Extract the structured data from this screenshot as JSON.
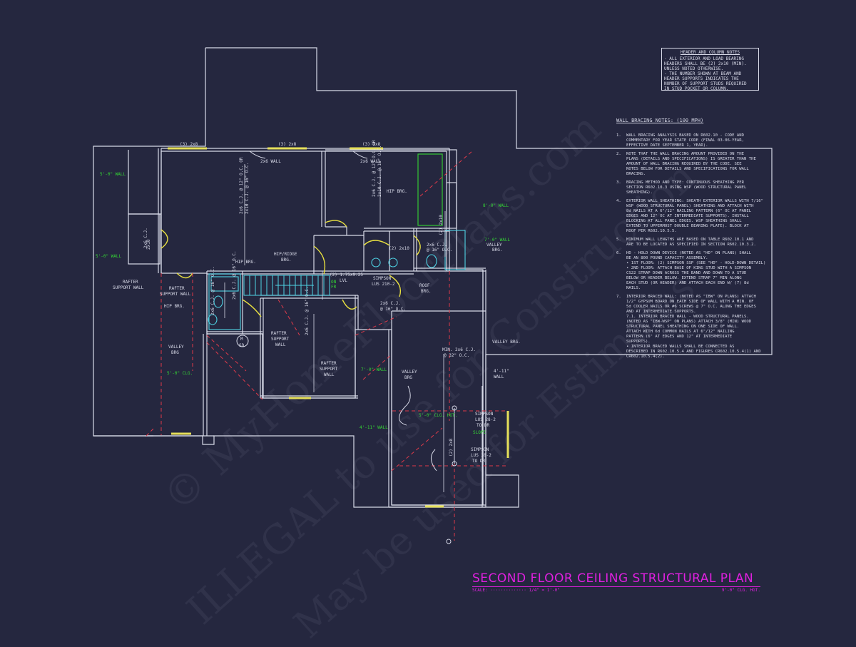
{
  "watermark": {
    "line1": "© MyHomeFloorPlans.com",
    "line2": "ILLEGAL to use for Construction",
    "line3": "May be used for Estimates"
  },
  "header_column_notes": {
    "title": "HEADER AND COLUMN NOTES",
    "lines": [
      "- ALL EXTERIOR AND LOAD BEARING",
      "HEADERS SHALL BE (2) 2x10 (MIN).",
      "UNLESS NOTED OTHERWISE.",
      "- THE NUMBER SHOWN AT BEAM AND",
      "HEADER SUPPORTS INDICATES THE",
      "NUMBER OF SUPPORT STUDS REQUIRED",
      "IN STUD POCKET OR COLUMN."
    ]
  },
  "wall_bracing": {
    "title": "WALL BRACING NOTES: (100 MPH)",
    "items": [
      {
        "num": "1.",
        "lines": [
          "WALL BRACING ANALYSIS BASED ON R602.10 - CODE AND",
          "COMMENTARY FOR YEAR STATE CODE (FINAL 03-06-YEAR,",
          "EFFECTIVE DATE SEPTEMBER 1, YEAR)."
        ]
      },
      {
        "num": "2.",
        "lines": [
          "NOTE THAT THE WALL BRACING AMOUNT PROVIDED ON THE",
          "PLANS (DETAILS AND SPECIFICATIONS) IS GREATER THAN THE",
          "AMOUNT OF WALL BRACING REQUIRED BY THE CODE. SEE",
          "NOTES BELOW FOR DETAILS AND SPECIFICATIONS FOR WALL",
          "BRACING."
        ]
      },
      {
        "num": "3.",
        "lines": [
          "BRACING METHOD AND TYPE: CONTINUOUS SHEATHING PER",
          "SECTION R602.10.3 USING WSP (WOOD STRUCTURAL PANEL",
          "SHEATHING)."
        ]
      },
      {
        "num": "4.",
        "lines": [
          "EXTERIOR WALL SHEATHING: SHEATH EXTERIOR WALLS WITH 7/16\"",
          "WSP (WOOD STRUCTURAL PANEL) SHEATHING AND ATTACH WITH",
          "8d NAILS AT A 6\"/12\" NAILING PATTERN (6\" OC AT PANEL",
          "EDGES AND 12\" OC AT INTERMEDIATE SUPPORTS). INSTALL",
          "BLOCKING AT ALL PANEL EDGES. WSP SHEATHING SHALL",
          "EXTEND TO UPPERMOST DOUBLE BEARING PLATE). BLOCK AT",
          "ROOF PER R602.10.5.5."
        ]
      },
      {
        "num": "5.",
        "lines": [
          "MINIMUM WALL LENGTHS ARE BASED ON TABLE R602.10.1 AND",
          "ARE TO BE LOCATED AS SPECIFIED IN SECTION R602.10.3.2."
        ]
      },
      {
        "num": "6.",
        "lines": [
          "HD - HOLD DOWN DEVICE (NOTED AS \"HD\" ON PLANS) SHALL",
          "BE AN 800 POUND CAPACITY ASSEMBLY.",
          "• 1ST FLOOR: (2) SIMPSON SSP (SEE \"HD\" - HOLD-DOWN DETAIL)",
          "• 2ND FLOOR: ATTACH BASE OF KING STUD WITH A SIMPSON",
          "CS22 STRAP DOWN ACROSS THE BAND AND DOWN TO A STUD",
          "BELOW OR HEADER BELOW. EXTEND STRAP 7\" MIN ALONG",
          "EACH STUD (OR HEADER) AND ATTACH EACH END W/ (7) 8d",
          "NAILS."
        ]
      },
      {
        "num": "7.",
        "lines": [
          "INTERIOR BRACED WALL: (NOTED AS \"IBW\" ON PLANS) ATTACH",
          "1/2\" GYPSUM BOARD ON EACH SIDE OF WALL WITH A MIN. OF",
          "5d COOLER NAILS OR #6 SCREWS @ 7\" O.C. ALONG THE EDGES",
          "AND AT INTERMEDIATE SUPPORTS.",
          "7.1. INTERIOR BRACED WALL - WOOD STRUCTURAL PANELS.",
          "(NOTED AS \"IBW-WSP\" ON PLANS) ATTACH 3/8\" (MIN) WOOD",
          "STRUCTURAL PANEL SHEATHING ON ONE SIDE OF WALL.",
          "ATTACH WITH 6d COMMON NAILS AT 6\"/12\" NAILING",
          "PATTERN (6\" AT EDGES AND 12\" AT INTERMEDIATE",
          "SUPPORTS).",
          "• INTERIOR BRACED WALLS SHALL BE CONNECTED AS",
          "DESCRIBED IN R602.10.5.4 AND FIGURES CR602.10.5.4(1) AND",
          "CR602.10.5.4(2)."
        ]
      }
    ]
  },
  "title_block": {
    "title": "SECOND FLOOR CEILING STRUCTURAL PLAN",
    "scale_label": "SCALE:",
    "scale_value": "1/4\" = 1'-0\"",
    "ceiling_height": "9'-0\" CLG. HGT."
  },
  "plan_labels": {
    "white": [
      {
        "id": "header-left",
        "text": "(3) 2x8"
      },
      {
        "id": "header-mid",
        "text": "(3) 2x8"
      },
      {
        "id": "header-right",
        "text": "(3) 2x8"
      },
      {
        "id": "wall-2x6-left",
        "text": "2x6 WALL"
      },
      {
        "id": "wall-2x6-right",
        "text": "2x6 WALL"
      },
      {
        "id": "cj-left-1",
        "text": "2x6 C.J. @ 12\" O.C. OR"
      },
      {
        "id": "cj-left-2",
        "text": "2x10 C.J. @ 16\" O.C."
      },
      {
        "id": "cj-right-1",
        "text": "2x6 C.J. @ 12\" O.C. OR"
      },
      {
        "id": "cj-right-2",
        "text": "2x10 C.J. @ 16\" O.C."
      },
      {
        "id": "hip-brg-1",
        "text": "HIP BRG."
      },
      {
        "id": "hip-brg-2",
        "text": "HIP BRG."
      },
      {
        "id": "hip-brg-3",
        "text": "HIP BRG."
      },
      {
        "id": "hip-ridge-1",
        "text": "HIP/RIDGE"
      },
      {
        "id": "hip-ridge-2",
        "text": "BRG."
      },
      {
        "id": "rafter-1",
        "text": "RAFTER"
      },
      {
        "id": "rafter-2",
        "text": "SUPPORT WALL"
      },
      {
        "id": "rafter-3",
        "text": "RAFTER"
      },
      {
        "id": "rafter-4",
        "text": "SUPPORT WALL"
      },
      {
        "id": "valley-1",
        "text": "VALLEY"
      },
      {
        "id": "valley-2",
        "text": "BRG"
      },
      {
        "id": "rafter-5",
        "text": "RAFTER"
      },
      {
        "id": "rafter-6",
        "text": "SUPPORT"
      },
      {
        "id": "rafter-7",
        "text": "WALL"
      },
      {
        "id": "rafter-8",
        "text": "RAFTER"
      },
      {
        "id": "rafter-9",
        "text": "SUPPORT"
      },
      {
        "id": "rafter-10",
        "text": "WALL"
      },
      {
        "id": "beam-2x10",
        "text": "(2) 2x10"
      },
      {
        "id": "beam-2x10-b",
        "text": "(2) 2x10"
      },
      {
        "id": "beam-2x10-c",
        "text": "2x10"
      },
      {
        "id": "cj-small-1",
        "text": "2x6 C.J."
      },
      {
        "id": "cj-small-2",
        "text": "@ 16\" O.C."
      },
      {
        "id": "valley-brg-1",
        "text": "VALLEY"
      },
      {
        "id": "valley-brg-2",
        "text": "BRG."
      },
      {
        "id": "simpson-1",
        "text": "SIMPSON"
      },
      {
        "id": "simpson-2",
        "text": "LUS 210-2"
      },
      {
        "id": "roof-brg-1",
        "text": "ROOF"
      },
      {
        "id": "roof-brg-2",
        "text": "BRG."
      },
      {
        "id": "lvl-1",
        "text": "(2) 1.75x9.25"
      },
      {
        "id": "lvl-2",
        "text": "LVL"
      },
      {
        "id": "cj-center-1",
        "text": "2x6 C.J."
      },
      {
        "id": "cj-center-2",
        "text": "@ 16\" O.C."
      },
      {
        "id": "cj-stair",
        "text": "2x6 C.J. @ 16\" O.C."
      },
      {
        "id": "cj-lower",
        "text": "2x6 C.J. @ 16\" O.C."
      },
      {
        "id": "cj-bath",
        "text": "2x6 C.J. @ 16\" O.C."
      },
      {
        "id": "valley-brg-3",
        "text": "VALLEY BRG."
      },
      {
        "id": "valley-brg-4",
        "text": "VALLEY"
      },
      {
        "id": "valley-brg-5",
        "text": "BRG"
      },
      {
        "id": "min-cj-1",
        "text": "MIN. 2x6 C.J."
      },
      {
        "id": "min-cj-2",
        "text": "@ 32\" O.C."
      },
      {
        "id": "wall-4-11-1",
        "text": "4'-11\""
      },
      {
        "id": "wall-4-11-2",
        "text": "WALL"
      },
      {
        "id": "simpson-3",
        "text": "SIMPSON"
      },
      {
        "id": "simpson-4",
        "text": "LUS 28-2"
      },
      {
        "id": "simpson-5",
        "text": "TO DR"
      },
      {
        "id": "simpson-6",
        "text": "SIMPSON"
      },
      {
        "id": "simpson-7",
        "text": "LUS 28-2"
      },
      {
        "id": "simpson-8",
        "text": "TO DR"
      },
      {
        "id": "beam-2x8",
        "text": "(2) 2x8"
      },
      {
        "id": "beam-closet",
        "text": "2x6 C.J."
      },
      {
        "id": "m-mark",
        "text": "M"
      },
      {
        "id": "m-mark-2",
        "text": "SD"
      }
    ],
    "green": [
      {
        "id": "g-wall-5-0-1",
        "text": "5'-0\" WALL"
      },
      {
        "id": "g-wall-5-0-2",
        "text": "5'-0\" WALL"
      },
      {
        "id": "g-wall-8-0",
        "text": "8'-0\" WALL"
      },
      {
        "id": "g-wall-7-0",
        "text": "7'-0\" WALL"
      },
      {
        "id": "g-clg-5-0",
        "text": "5'-0\" CLG."
      },
      {
        "id": "g-wall-7-0-b",
        "text": "7'-0\" WALL"
      },
      {
        "id": "g-clg-hgt",
        "text": "5'-0\" CLG. HGT."
      },
      {
        "id": "g-slope",
        "text": "SLOPE"
      },
      {
        "id": "g-wall-4-11",
        "text": "4'-11\" WALL"
      },
      {
        "id": "g-on-fr-1",
        "text": "ON"
      },
      {
        "id": "g-on-fr-2",
        "text": "FR"
      }
    ]
  },
  "colors": {
    "background": "#25273f",
    "wall": "#d8dae8",
    "note_text": "#d8dae8",
    "green_label": "#34d634",
    "title_magenta": "#e020e0",
    "window_yellow": "#e6e05a",
    "door_yellow": "#e8e040",
    "fixture_cyan": "#4fd4e6",
    "hidden_red": "#e03a4a",
    "stair_cyan": "#4fd4e6"
  }
}
